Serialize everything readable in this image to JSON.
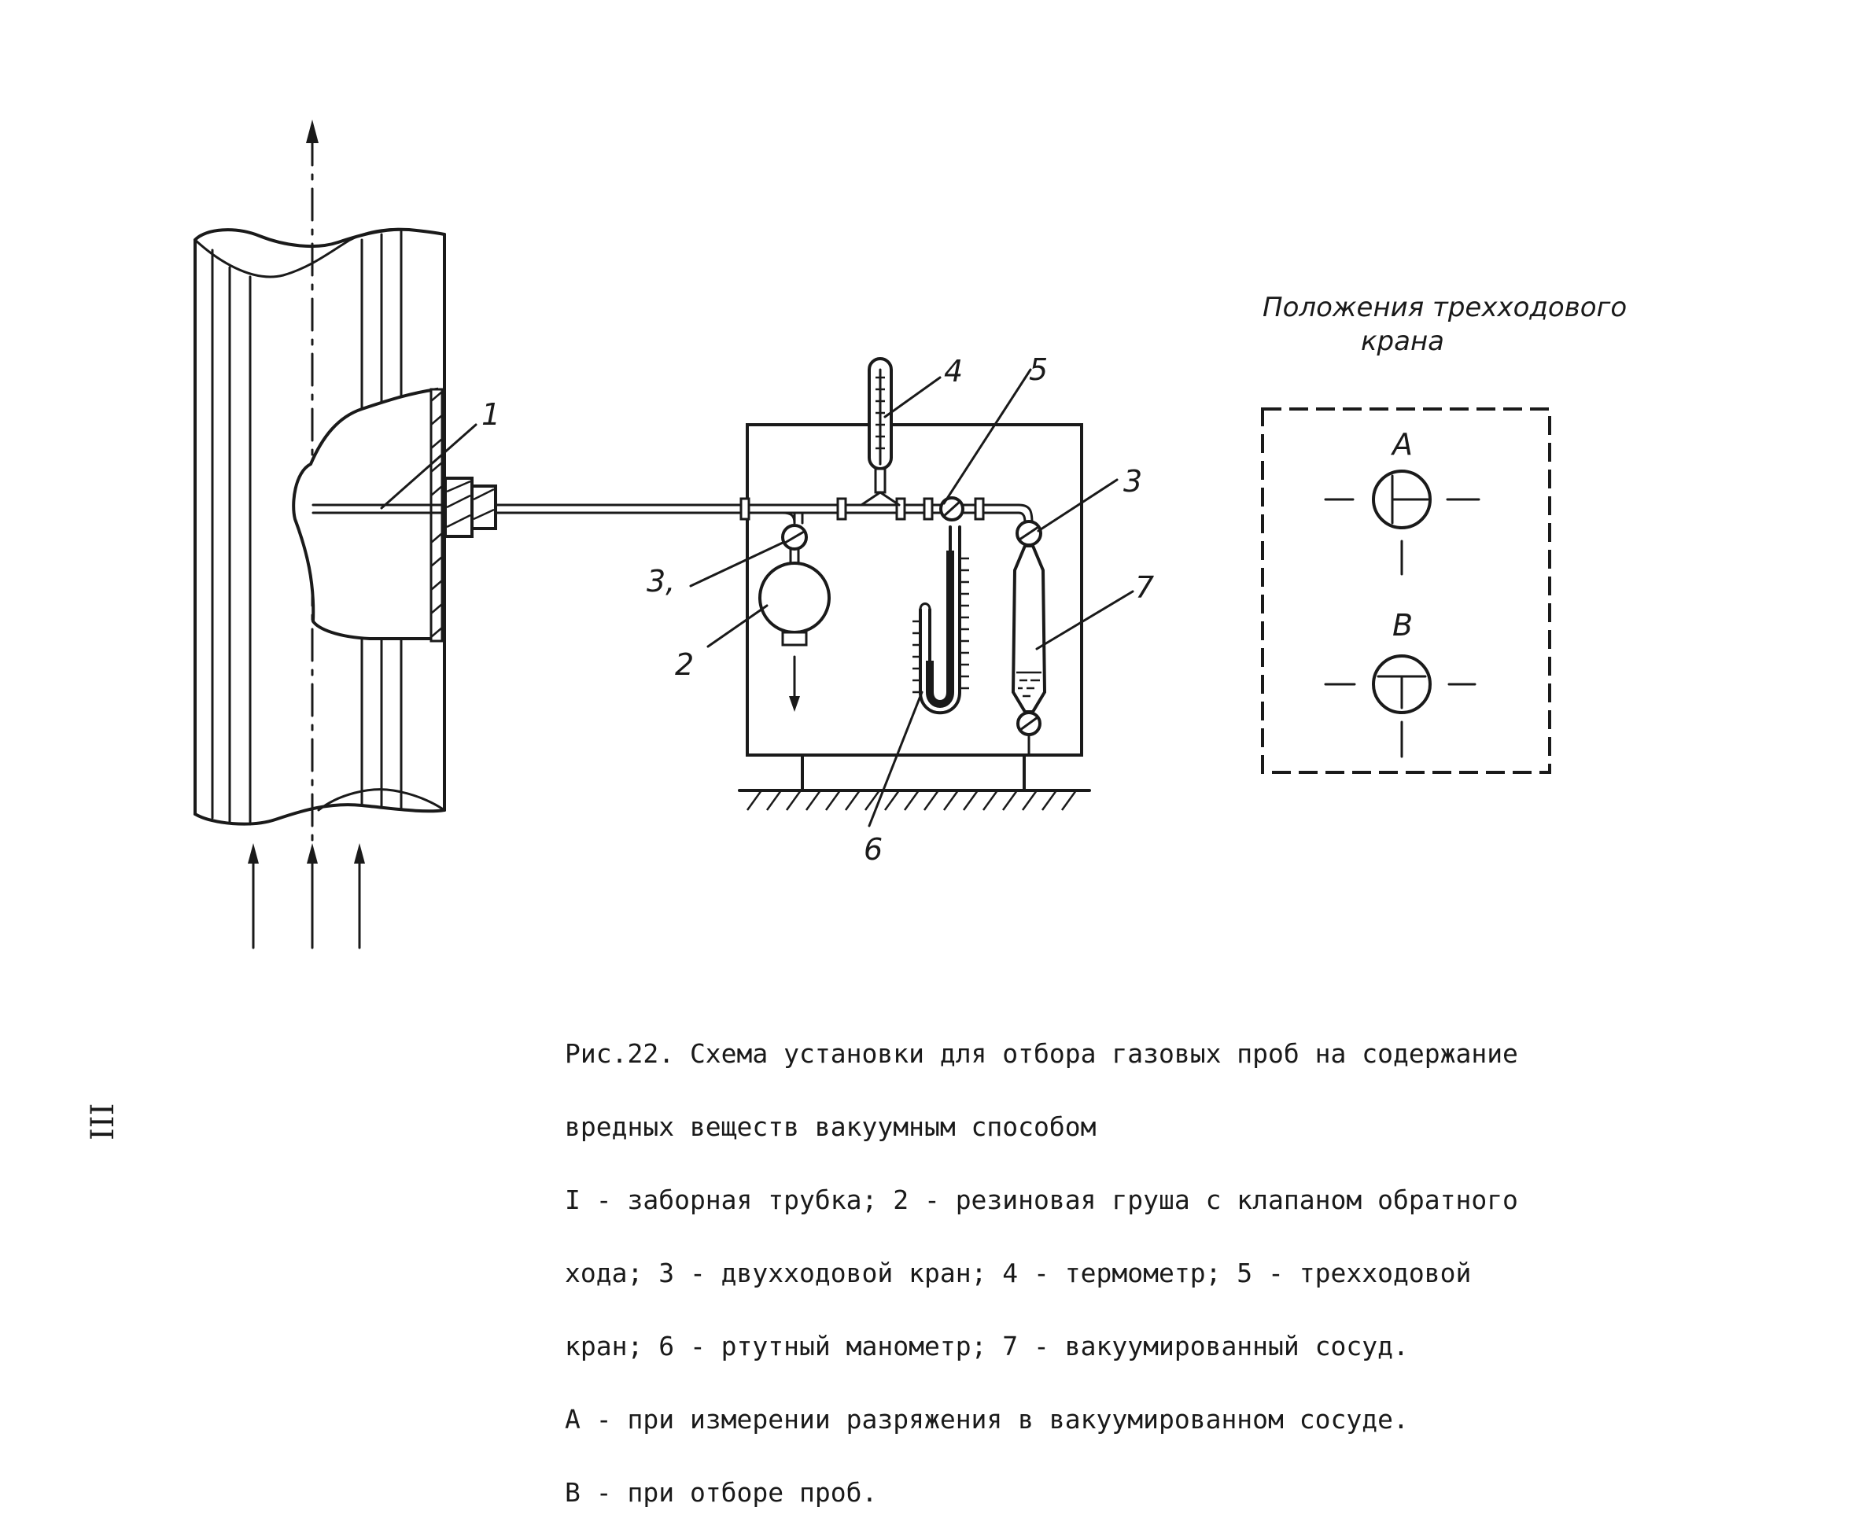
{
  "diagram": {
    "labels": {
      "item_1": "1",
      "item_2": "2",
      "item_3_left": "3,",
      "item_3_right": "3",
      "item_4": "4",
      "item_5": "5",
      "item_6": "6",
      "item_7": "7"
    },
    "valve_positions": {
      "title_line1": "Положения трехходового",
      "title_line2": "крана",
      "pos_a": "A",
      "pos_b": "B"
    }
  },
  "caption": {
    "line1": "Рис.22. Схема установки для отбора газовых проб на содержание",
    "line2": "вредных веществ вакуумным способом",
    "line3": "I - заборная трубка; 2 - резиновая груша с клапаном обратного",
    "line4": "хода; 3 - двухходовой кран; 4 - термометр; 5 - трехходовой",
    "line5": "кран; 6 - ртутный манометр; 7 - вакуумированный сосуд.",
    "line6": "А - при измерении разряжения в вакуумированном сосуде.",
    "line7": "В - при отборе проб."
  },
  "page_number": "III"
}
